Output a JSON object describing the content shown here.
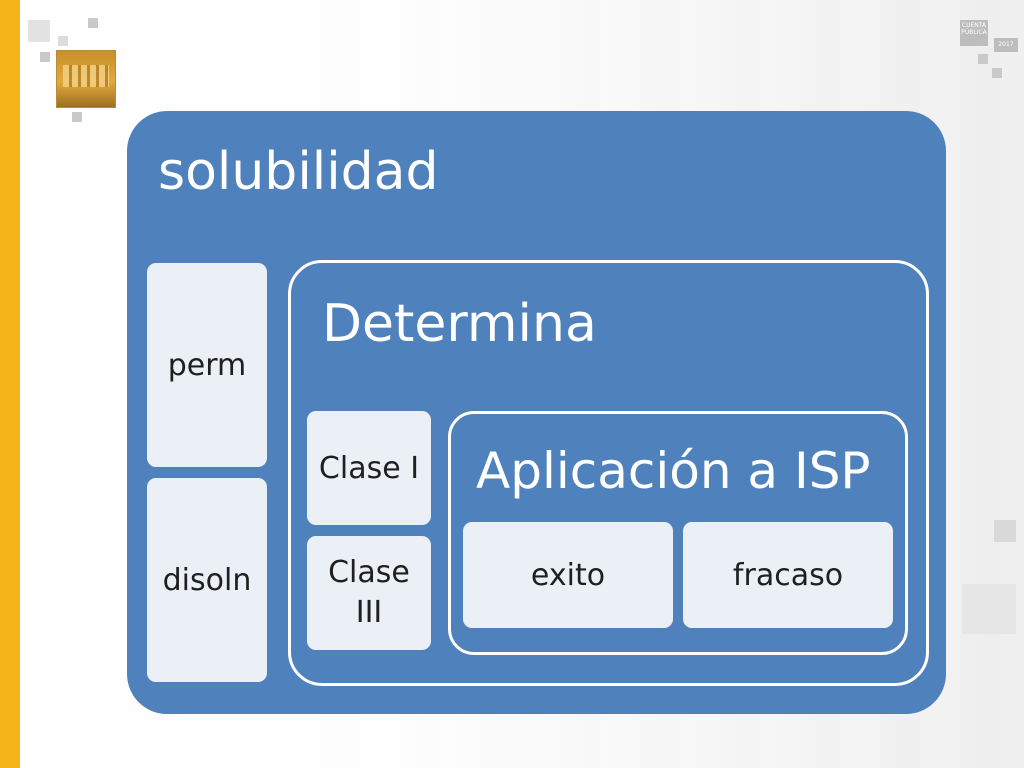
{
  "slide": {
    "badge_text": "CUENTA PÚBLICA",
    "badge_year": "2017",
    "accent_color": "#f5b41a",
    "box_color": "#4f81bd",
    "tile_color": "#ebf0f7"
  },
  "diagram": {
    "title": "solubilidad",
    "left_items": [
      "perm",
      "disoln"
    ],
    "determina": {
      "title": "Determina",
      "classes": [
        "Clase I",
        "Clase III"
      ],
      "isp": {
        "title": "Aplicación a ISP",
        "items": [
          "exito",
          "fracaso"
        ]
      }
    }
  }
}
